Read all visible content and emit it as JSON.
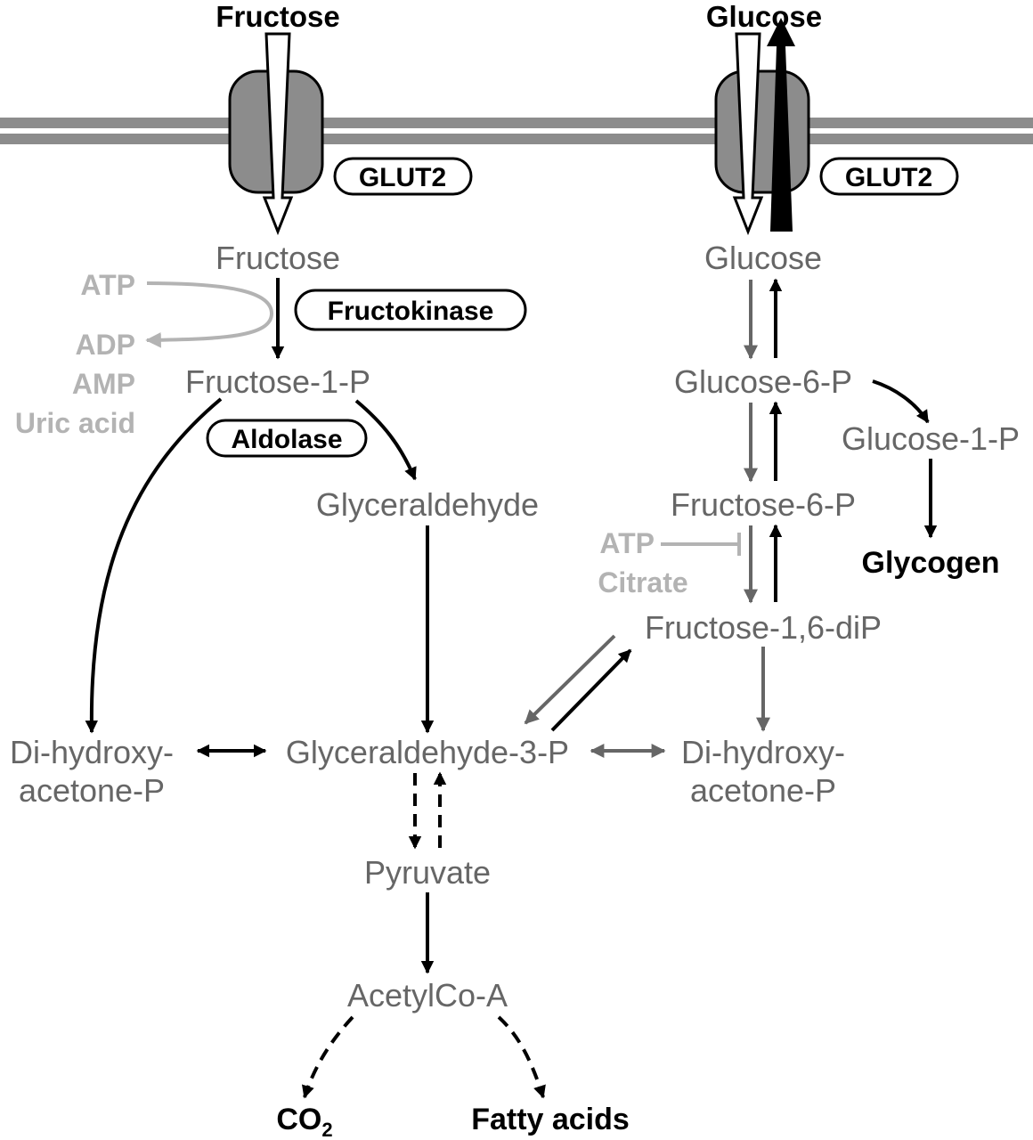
{
  "inputs": {
    "fructose_outside": "Fructose",
    "glucose_outside": "Glucose"
  },
  "transporters": {
    "left": "GLUT2",
    "right": "GLUT2"
  },
  "enzymes": {
    "fructokinase": "Fructokinase",
    "aldolase": "Aldolase"
  },
  "fructose_pathway": {
    "fructose": "Fructose",
    "fructose_1_p": "Fructose-1-P",
    "glyceraldehyde": "Glyceraldehyde",
    "dhap_left_1": "Di-hydroxy-",
    "dhap_left_2": "acetone-P"
  },
  "cofactors_left": {
    "atp": "ATP",
    "adp": "ADP",
    "amp": "AMP",
    "uric_acid": "Uric acid"
  },
  "glucose_pathway": {
    "glucose": "Glucose",
    "glucose_6_p": "Glucose-6-P",
    "glucose_1_p": "Glucose-1-P",
    "fructose_6_p": "Fructose-6-P",
    "fructose_16_dip": "Fructose-1,6-diP",
    "dhap_right_1": "Di-hydroxy-",
    "dhap_right_2": "acetone-P"
  },
  "inhibitors_right": {
    "atp": "ATP",
    "citrate": "Citrate"
  },
  "common": {
    "glyceraldehyde_3_p": "Glyceraldehyde-3-P",
    "pyruvate": "Pyruvate",
    "acetylcoa": "AcetylCo-A"
  },
  "products": {
    "glycogen": "Glycogen",
    "co2_base": "CO",
    "co2_sub": "2",
    "fatty_acids": "Fatty acids"
  },
  "colors": {
    "black": "#000000",
    "metabolite_gray": "#666666",
    "cofactor_gray": "#b3b3b3",
    "transporter_fill": "#8c8c8c",
    "membrane": "#8c8c8c"
  }
}
